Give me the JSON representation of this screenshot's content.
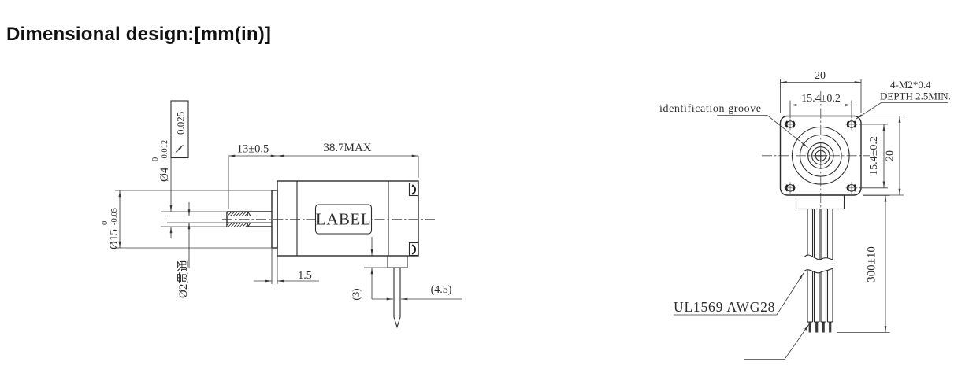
{
  "title": "Dimensional design:[mm(in)]",
  "side_view": {
    "dim_shaft_length": "13±0.5",
    "dim_body_length": "38.7MAX",
    "shaft_diameter": {
      "prefix": "Ø4",
      "upper_tol": "0",
      "lower_tol": "-0.012"
    },
    "pilot_diameter": {
      "prefix": "Ø15",
      "upper_tol": "0",
      "lower_tol": "-0.05"
    },
    "through_hole": "Ø2贯通",
    "runout_tolerance": "0.025",
    "runout_symbol": "circular-runout-arrow",
    "label_plate": "LABEL",
    "dim_pilot_depth": "1.5",
    "dim_pin_exposed": "(3)",
    "dim_pin_offset": "(4.5)"
  },
  "front_view": {
    "dim_width_top": "20",
    "dim_hole_spacing_top": "15.4±0.2",
    "screw_note_line1": "4-M2*0.4",
    "screw_note_line2": "DEPTH 2.5MIN.",
    "groove_note": "identification groove",
    "dim_hole_spacing_right": "15.4±0.2",
    "dim_height_right": "20",
    "dim_lead_length": "300±10",
    "wire_spec": "UL1569 AWG28"
  },
  "colors": {
    "outline": "#2b2b2b",
    "dimension": "#3c3c3c",
    "text": "#2e2e2e",
    "background": "#ffffff"
  }
}
